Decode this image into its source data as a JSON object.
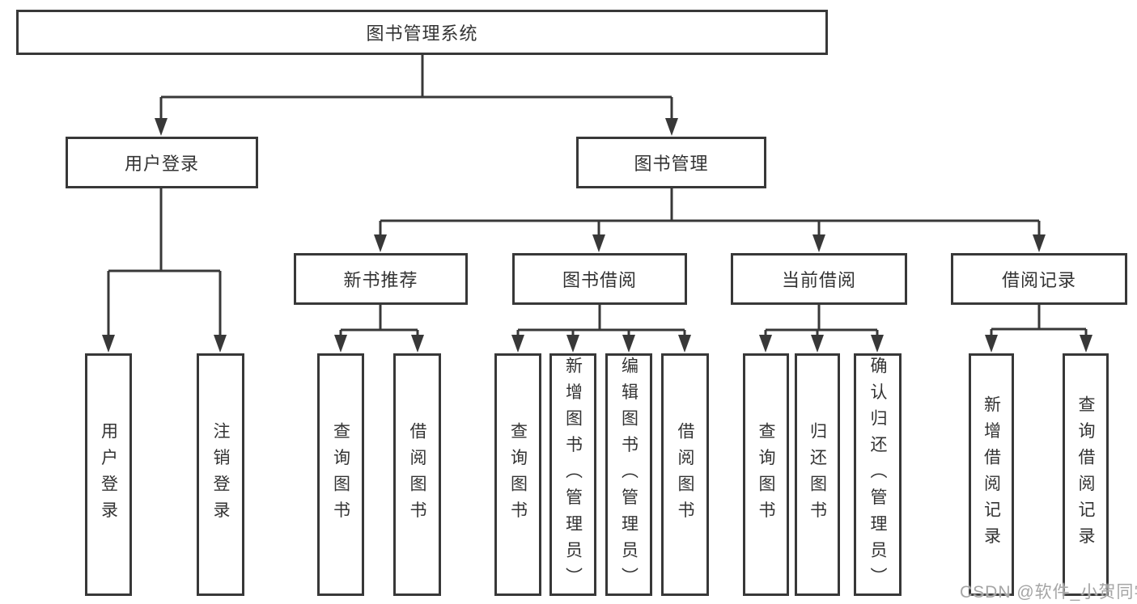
{
  "watermark": {
    "text": "CSDN @软件_小贺同学"
  },
  "colors": {
    "line": "#383838",
    "box_border": "#383838",
    "box_background": "#ffffff",
    "text": "#333333",
    "watermark": "#a5a5a5"
  },
  "tree": {
    "label": "图书管理系统",
    "children": [
      {
        "label": "用户登录",
        "children": [
          {
            "label": "用户登录"
          },
          {
            "label": "注销登录"
          }
        ]
      },
      {
        "label": "图书管理",
        "children": [
          {
            "label": "新书推荐",
            "children": [
              {
                "label": "查询图书"
              },
              {
                "label": "借阅图书"
              }
            ]
          },
          {
            "label": "图书借阅",
            "children": [
              {
                "label": "查询图书"
              },
              {
                "label": "新增图书（管理员）"
              },
              {
                "label": "编辑图书（管理员）"
              },
              {
                "label": "借阅图书"
              }
            ]
          },
          {
            "label": "当前借阅",
            "children": [
              {
                "label": "查询图书"
              },
              {
                "label": "归还图书"
              },
              {
                "label": "确认归还（管理员）"
              }
            ]
          },
          {
            "label": "借阅记录",
            "children": [
              {
                "label": "新增借阅记录"
              },
              {
                "label": "查询借阅记录"
              }
            ]
          }
        ]
      }
    ]
  }
}
